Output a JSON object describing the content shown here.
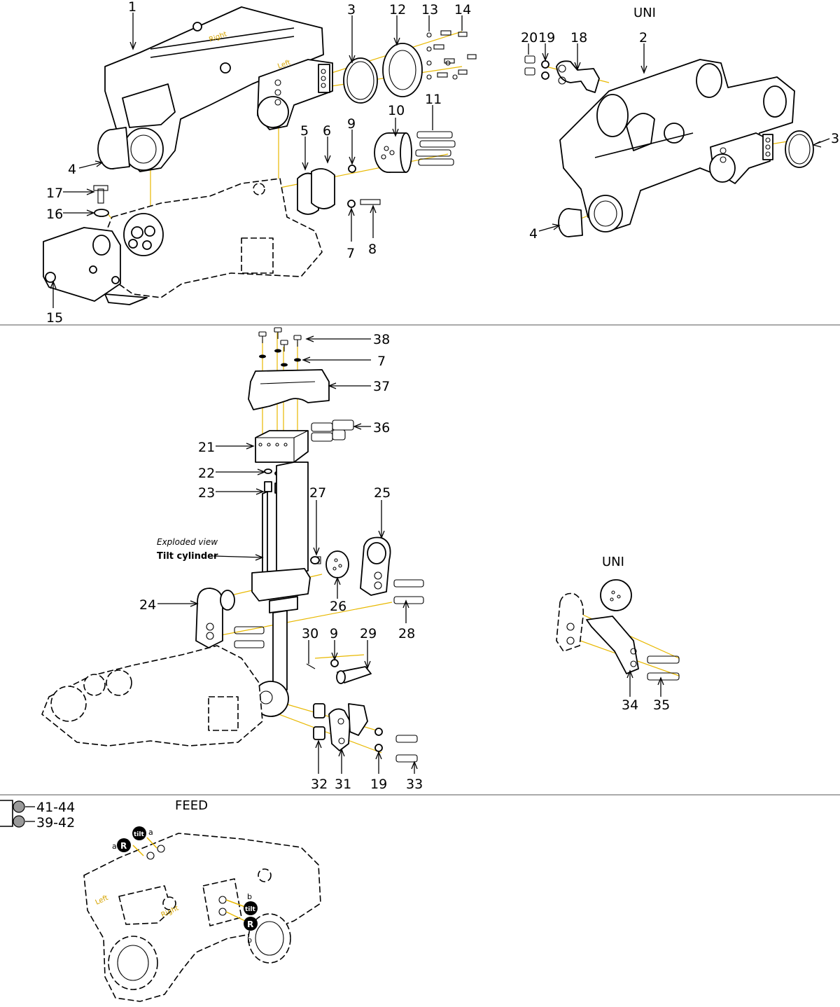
{
  "sections": {
    "uni_top": "UNI",
    "uni_middle": "UNI",
    "feed": "FEED"
  },
  "callouts_top": [
    "1",
    "3",
    "12",
    "13",
    "14",
    "4",
    "17",
    "16",
    "15",
    "5",
    "6",
    "9",
    "10",
    "11",
    "7",
    "8"
  ],
  "callouts_uni_top": [
    "20",
    "19",
    "18",
    "2",
    "3",
    "4"
  ],
  "callouts_middle": [
    "38",
    "7",
    "37",
    "36",
    "21",
    "22",
    "23",
    "27",
    "25",
    "24",
    "26",
    "28",
    "30",
    "9",
    "29",
    "32",
    "31",
    "19",
    "33"
  ],
  "callouts_uni_middle": [
    "34",
    "35"
  ],
  "frame_labels": {
    "right": "Right",
    "left": "Left"
  },
  "exploded_view": {
    "caption": "Exploded view",
    "title": "Tilt cylinder"
  },
  "legend": [
    {
      "label": "41-44"
    },
    {
      "label": "39-42"
    }
  ],
  "feed_markers": {
    "tilt": "tilt",
    "r": "R",
    "port_a": "a",
    "port_b": "b"
  },
  "colors": {
    "line": "#000000",
    "guide": "#e8b800",
    "legend_dot": "#9a9a9a",
    "background": "#ffffff"
  }
}
